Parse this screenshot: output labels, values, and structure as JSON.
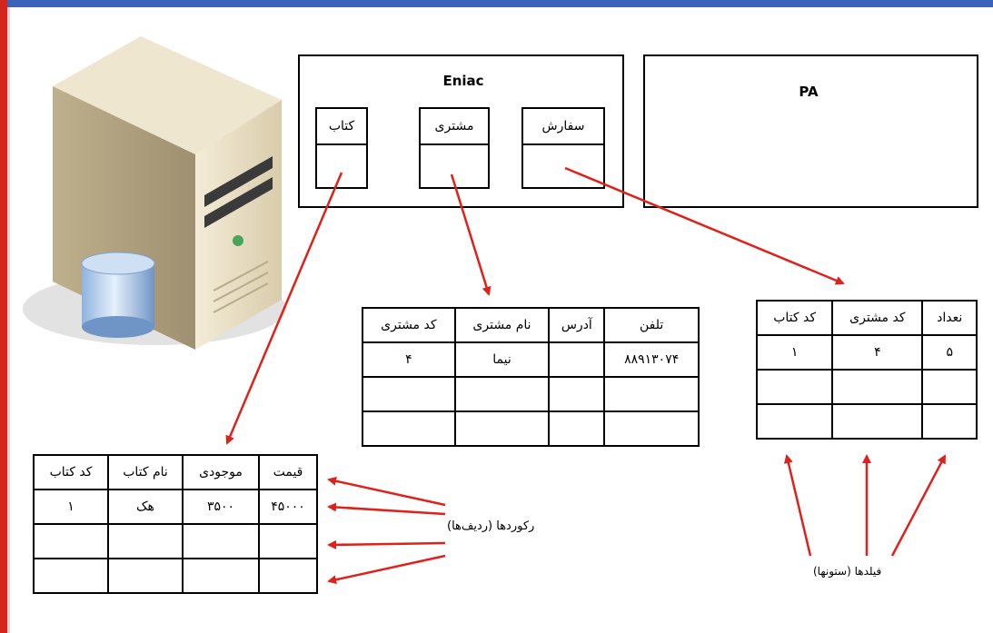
{
  "db_eniac": {
    "title": "Eniac",
    "tables": [
      "کتاب",
      "مشتری",
      "سفارش"
    ]
  },
  "db_pa": {
    "title": "PA"
  },
  "customer_table": {
    "headers": [
      "تلفن",
      "آدرس",
      "نام مشتری",
      "کد مشتری"
    ],
    "rows": [
      [
        "۸۸۹۱۳۰۷۴",
        "",
        "نیما",
        "۴"
      ],
      [
        "",
        "",
        "",
        ""
      ],
      [
        "",
        "",
        "",
        ""
      ]
    ]
  },
  "order_table": {
    "headers": [
      "نعداد",
      "کد مشتری",
      "کد کتاب"
    ],
    "rows": [
      [
        "۵",
        "۴",
        "۱"
      ],
      [
        "",
        "",
        ""
      ],
      [
        "",
        "",
        ""
      ]
    ]
  },
  "book_table": {
    "headers": [
      "قیمت",
      "موجودی",
      "نام کتاب",
      "کد کتاب"
    ],
    "rows": [
      [
        "۴۵۰۰۰",
        "۳۵۰۰",
        "هک",
        "۱"
      ],
      [
        "",
        "",
        "",
        ""
      ],
      [
        "",
        "",
        "",
        ""
      ]
    ]
  },
  "labels": {
    "records": "رکوردها (ردیف‌ها)",
    "fields": "فیلدها (ستونها)"
  },
  "colors": {
    "arrow": "#e0201a",
    "frame_top": "#3b63b8",
    "frame_left": "#d4251c"
  },
  "icons": {
    "server": "server-with-database-icon"
  }
}
